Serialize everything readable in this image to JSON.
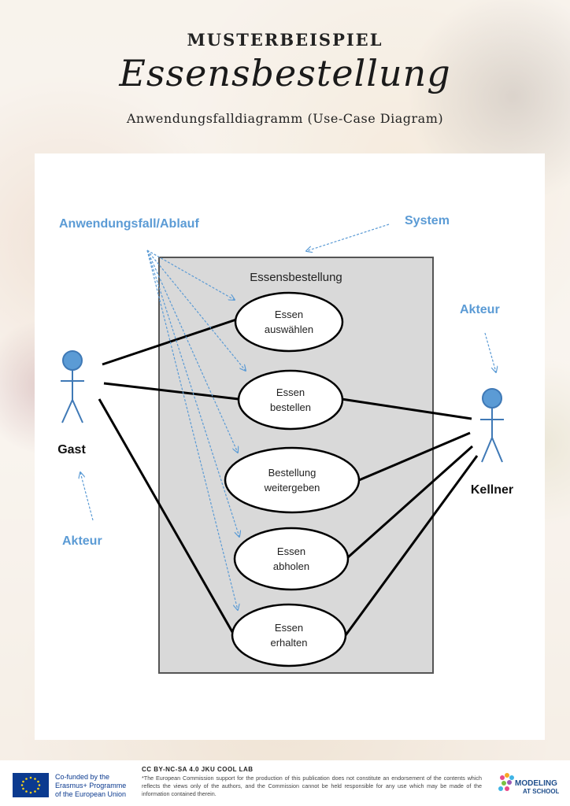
{
  "header": {
    "supertitle": "MUSTERBEISPIEL",
    "title": "Essensbestellung",
    "subtitle": "Anwendungsfalldiagramm (Use-Case Diagram)"
  },
  "diagram": {
    "system_name": "Essensbestellung",
    "annotations": {
      "use_case_label": "Anwendungsfall/Ablauf",
      "system_label": "System",
      "actor_label_left": "Akteur",
      "actor_label_right": "Akteur"
    },
    "actors": {
      "guest": "Gast",
      "waiter": "Kellner"
    },
    "use_cases": [
      {
        "line1": "Essen",
        "line2": "auswählen"
      },
      {
        "line1": "Essen",
        "line2": "bestellen"
      },
      {
        "line1": "Bestellung",
        "line2": "weitergeben"
      },
      {
        "line1": "Essen",
        "line2": "abholen"
      },
      {
        "line1": "Essen",
        "line2": "erhalten"
      }
    ],
    "colors": {
      "annotation_blue": "#5b9bd5",
      "actor_blue": "#5b9bd5",
      "system_fill": "#d9d9d9"
    }
  },
  "footer": {
    "eu_line1": "Co-funded by the",
    "eu_line2": "Erasmus+ Programme",
    "eu_line3": "of the European Union",
    "license": "CC BY-NC-SA 4.0 JKU COOL LAB",
    "disclaimer": "*The European Commission support for the production of this publication does not constitute an endorsement of the contents which reflects the views only of the authors, and the Commission cannot be held responsible for any use which may be made of the information contained therein.",
    "logo_line1": "MODELING",
    "logo_line2": "AT SCHOOL"
  }
}
